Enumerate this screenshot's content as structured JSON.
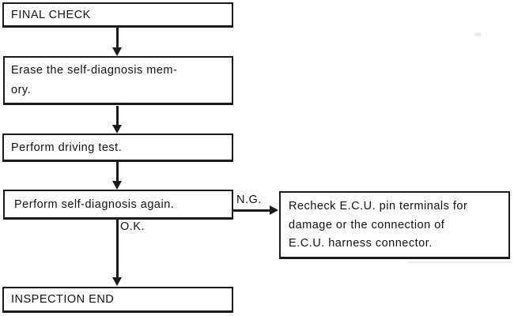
{
  "nodes": {
    "final_check": {
      "lines": [
        "FINAL CHECK"
      ]
    },
    "erase_memory": {
      "lines": [
        "Erase the self-diagnosis mem-",
        "ory."
      ]
    },
    "driving_test": {
      "lines": [
        "Perform driving test."
      ]
    },
    "self_diagnosis": {
      "lines": [
        "Perform self-diagnosis again."
      ]
    },
    "inspection_end": {
      "lines": [
        "INSPECTION END"
      ]
    },
    "recheck_ecu": {
      "lines": [
        "Recheck E.C.U. pin terminals for",
        "damage or the connection of",
        "E.C.U. harness connector."
      ]
    }
  },
  "edge_labels": {
    "ng": "N.G.",
    "ok": "O.K."
  },
  "colors": {
    "line": "#1b1b1b",
    "text": "#111111",
    "background": "#ffffff"
  }
}
